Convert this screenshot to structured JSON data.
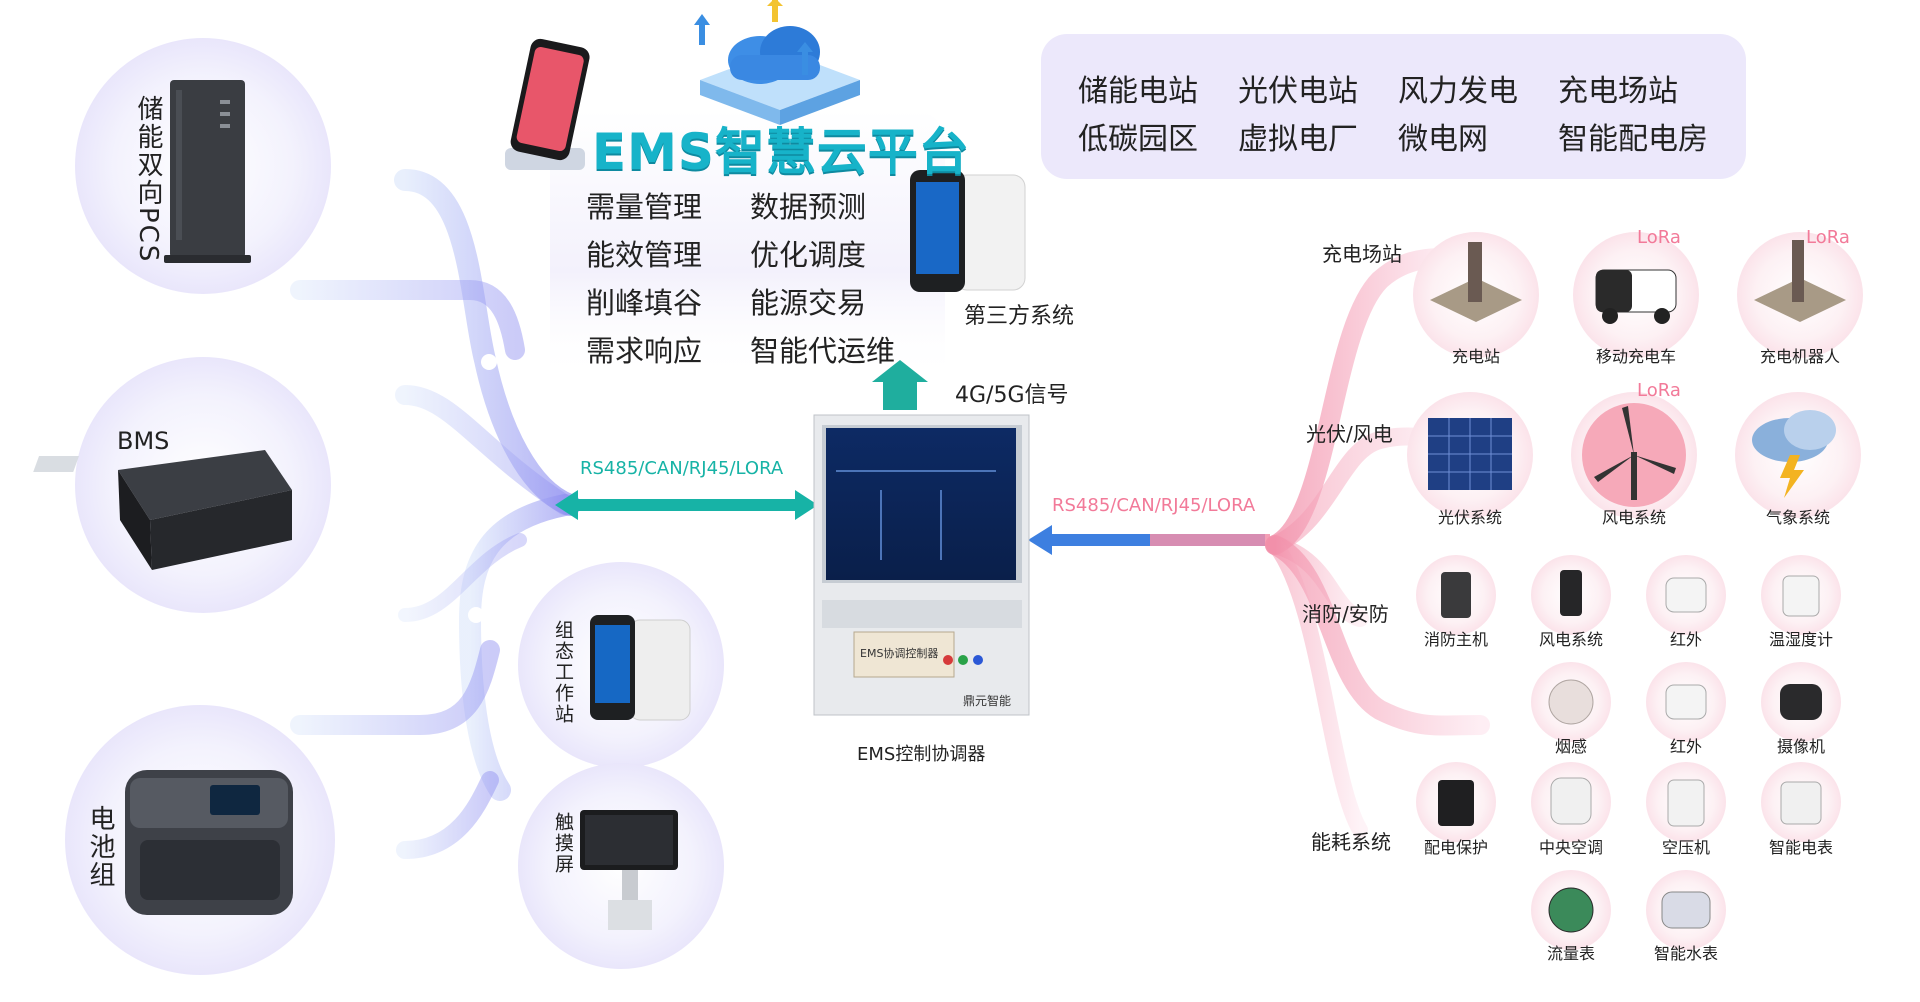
{
  "cloud": {
    "title": "EMS智慧云平台",
    "features": [
      "需量管理",
      "数据预测",
      "能效管理",
      "优化调度",
      "削峰填谷",
      "能源交易",
      "需求响应",
      "智能代运维"
    ]
  },
  "scenarios": [
    "储能电站",
    "光伏电站",
    "风力发电",
    "充电场站",
    "低碳园区",
    "虚拟电厂",
    "微电网",
    "智能配电房"
  ],
  "left_devices": {
    "pcs": "储能双向PCS",
    "bms": "BMS",
    "battery": "电池组",
    "workstation": "组态工作站",
    "touch": "触摸屏"
  },
  "center": {
    "third_party": "第三方系统",
    "signal": "4G/5G信号",
    "proto_left": "RS485/CAN/RJ45/LORA",
    "proto_right": "RS485/CAN/RJ45/LORA",
    "panel_label": "EMS协调控制器",
    "brand": "鼎元智能",
    "caption": "EMS控制协调器"
  },
  "right": {
    "categories": [
      "充电场站",
      "光伏/风电",
      "消防/安防",
      "能耗系统"
    ],
    "lora": "LoRa",
    "charging": [
      "充电站",
      "移动充电车",
      "充电机器人"
    ],
    "pv_wind": [
      "光伏系统",
      "风电系统",
      "气象系统"
    ],
    "fire_row1": [
      "消防主机",
      "风电系统",
      "红外",
      "温湿度计"
    ],
    "fire_row2": [
      "烟感",
      "红外",
      "摄像机"
    ],
    "energy_row1": [
      "配电保护",
      "中央空调",
      "空压机",
      "智能电表"
    ],
    "energy_row2": [
      "流量表",
      "智能水表"
    ]
  },
  "colors": {
    "teal": "#17b3c9",
    "pink": "#f27a99",
    "blue_arrow": "#3d7fe0",
    "lavender": "#ece8fb"
  }
}
